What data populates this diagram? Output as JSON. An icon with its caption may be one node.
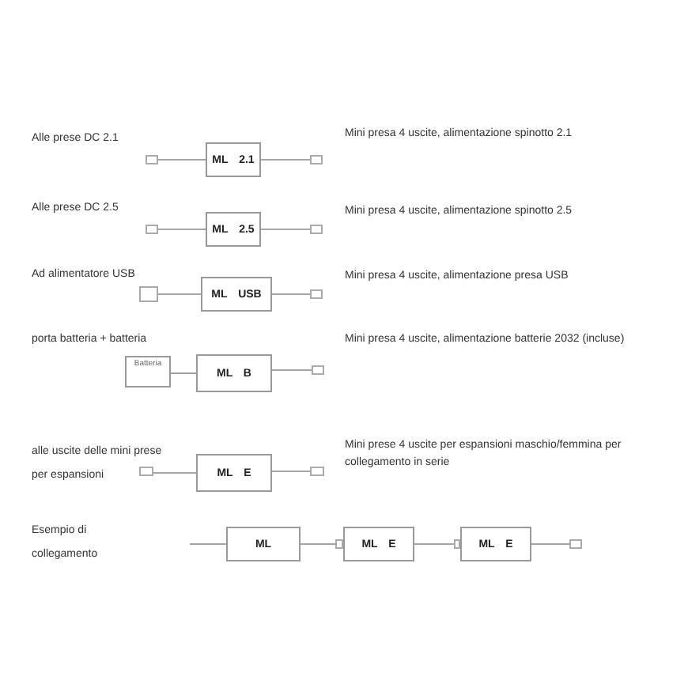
{
  "diagram": {
    "nodes": [
      {
        "text": [],
        "shape": "plug"
      },
      {
        "text": [
          "ML 2.1"
        ]
      },
      {
        "text": [],
        "shape": "plug"
      },
      {
        "text": [],
        "shape": "plug"
      },
      {
        "text": [
          "ML 2.5"
        ]
      },
      {
        "text": [],
        "shape": "plug"
      },
      {
        "text": [],
        "shape": "plug"
      },
      {
        "text": [
          "ML USB"
        ]
      },
      {
        "text": [],
        "shape": "plug"
      },
      {
        "text": [
          "Batteria"
        ]
      },
      {
        "text": [
          "ML B"
        ]
      },
      {
        "text": [],
        "shape": "plug"
      },
      {
        "text": [],
        "shape": "plug"
      },
      {
        "text": [
          "ML E"
        ]
      },
      {
        "text": [],
        "shape": "plug"
      },
      {
        "text": [
          "ML"
        ]
      },
      {
        "text": [],
        "shape": "plug"
      },
      {
        "text": [
          "ML E"
        ]
      },
      {
        "text": [],
        "shape": "plug"
      },
      {
        "text": [
          "ML E"
        ]
      },
      {
        "text": [],
        "shape": "plug"
      }
    ],
    "edges": [
      {
        "from": 0,
        "to": 1,
        "arrow": "none"
      },
      {
        "from": 1,
        "to": 2,
        "arrow": "none"
      },
      {
        "from": 3,
        "to": 4,
        "arrow": "none"
      },
      {
        "from": 4,
        "to": 5,
        "arrow": "none"
      },
      {
        "from": 6,
        "to": 7,
        "arrow": "none"
      },
      {
        "from": 7,
        "to": 8,
        "arrow": "none"
      },
      {
        "from": 9,
        "to": 10,
        "arrow": "none"
      },
      {
        "from": 10,
        "to": 11,
        "arrow": "none"
      },
      {
        "from": 12,
        "to": 13,
        "arrow": "none"
      },
      {
        "from": 13,
        "to": 14,
        "arrow": "none"
      },
      {
        "from": null,
        "to": 15,
        "arrow": "none"
      },
      {
        "from": 15,
        "to": 16,
        "arrow": "none"
      },
      {
        "from": 17,
        "to": 18,
        "arrow": "none"
      },
      {
        "from": 19,
        "to": 20,
        "arrow": "none"
      }
    ],
    "labels": [
      "Alle prese DC 2.1",
      "Mini presa 4 uscite, alimentazione spinotto 2.1",
      "Alle prese DC 2.5",
      "Mini presa 4 uscite, alimentazione spinotto 2.5",
      "Ad alimentatore USB",
      "Mini presa 4 uscite, alimentazione presa USB",
      "porta batteria + batteria",
      "Mini presa 4 uscite, alimentazione batterie 2032 (incluse)",
      "alle uscite delle mini prese per espansioni",
      "Mini prese 4 uscite per espansioni maschio/femmina per collegamento in serie",
      "Esempio di collegamento"
    ]
  }
}
